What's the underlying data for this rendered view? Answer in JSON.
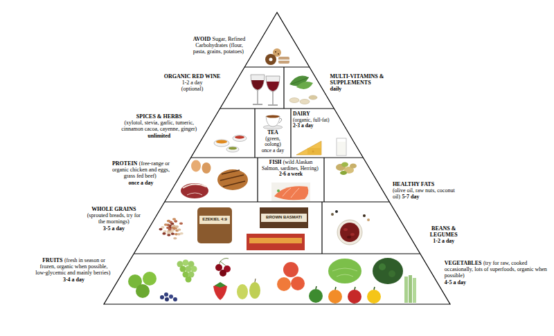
{
  "diagram": {
    "nodes": [
      {
        "text": [
          "AVOID",
          "Sugar, Refined Carbohydrates (flour, pasta, grains, potatoes)"
        ]
      },
      {
        "text": [
          "ORGANIC RED WINE",
          "1-2 a day",
          "(optional)"
        ]
      },
      {
        "text": [
          "MULTI-VITAMINS & SUPPLEMENTS",
          "daily"
        ]
      },
      {
        "text": [
          "SPICES & HERBS",
          "(xylotol, stevia, garlic, tumeric, cinnamon cacoa, cayenne, ginger)",
          "unlimited"
        ]
      },
      {
        "text": [
          "TEA",
          "(green, oolong)",
          "once a day"
        ]
      },
      {
        "text": [
          "DAIRY",
          "(organic, full-fat)",
          "2-3 a day"
        ]
      },
      {
        "text": [
          "PROTEIN",
          "(free-range or organic chicken and eggs, grass fed beef)",
          "once a day"
        ]
      },
      {
        "text": [
          "FISH",
          "(wild Alaskan Salmon, sardines, Herring)",
          "2-6 a week"
        ]
      },
      {
        "text": [
          "HEALTHY FATS",
          "(olive oil, raw nuts, coconut oil)",
          "5-7 day"
        ]
      },
      {
        "text": [
          "WHOLE GRAINS",
          "(sprouted breads, try for the mornings)",
          "3-5 a day"
        ]
      },
      {
        "text": [
          "BEANS & LEGUMES",
          "1-2 a day"
        ]
      },
      {
        "text": [
          "FRUITS",
          "(fresh in season or frozen, organic when possible, low-glycemic and mainly berries)",
          "3-4 a day"
        ]
      },
      {
        "text": [
          "VEGETABLES",
          "(try for raw, cooked occasionally, lots of superfoods, organic when possible)",
          "4-5 a day"
        ]
      }
    ],
    "labels": [
      "EZEKIEL 4:9",
      "BROWN BASMATI"
    ]
  }
}
